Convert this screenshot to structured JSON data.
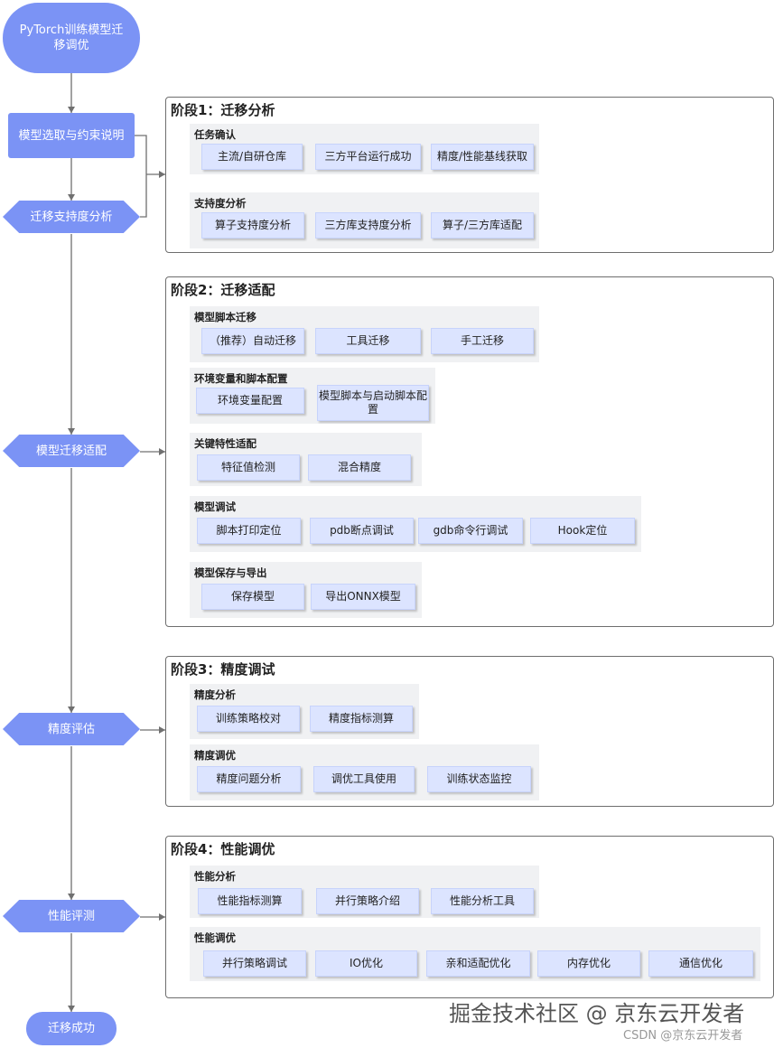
{
  "flow": {
    "start": "PyTorch训练模型迁移调优",
    "model_select": "模型选取与约束说明",
    "migration_analysis": "迁移支持度分析",
    "model_adapt": "模型迁移适配",
    "accuracy_eval": "精度评估",
    "performance_eval": "性能评测",
    "end": "迁移成功"
  },
  "stages": [
    {
      "title": "阶段1：迁移分析",
      "groups": [
        {
          "title": "任务确认",
          "items": [
            "主流/自研仓库",
            "三方平台运行成功",
            "精度/性能基线获取"
          ]
        },
        {
          "title": "支持度分析",
          "items": [
            "算子支持度分析",
            "三方库支持度分析",
            "算子/三方库适配"
          ]
        }
      ]
    },
    {
      "title": "阶段2：迁移适配",
      "groups": [
        {
          "title": "模型脚本迁移",
          "items": [
            "（推荐）自动迁移",
            "工具迁移",
            "手工迁移"
          ]
        },
        {
          "title": "环境变量和脚本配置",
          "items": [
            "环境变量配置",
            "模型脚本与启动脚本配置"
          ]
        },
        {
          "title": "关键特性适配",
          "items": [
            "特征值检测",
            "混合精度"
          ]
        },
        {
          "title": "模型调试",
          "items": [
            "脚本打印定位",
            "pdb断点调试",
            "gdb命令行调试",
            "Hook定位"
          ]
        },
        {
          "title": "模型保存与导出",
          "items": [
            "保存模型",
            "导出ONNX模型"
          ]
        }
      ]
    },
    {
      "title": "阶段3：精度调试",
      "groups": [
        {
          "title": "精度分析",
          "items": [
            "训练策略校对",
            "精度指标测算"
          ]
        },
        {
          "title": "精度调优",
          "items": [
            "精度问题分析",
            "调优工具使用",
            "训练状态监控"
          ]
        }
      ]
    },
    {
      "title": "阶段4：性能调优",
      "groups": [
        {
          "title": "性能分析",
          "items": [
            "性能指标测算",
            "并行策略介绍",
            "性能分析工具"
          ]
        },
        {
          "title": "性能调优",
          "items": [
            "并行策略调试",
            "IO优化",
            "亲和适配优化",
            "内存优化",
            "通信优化"
          ]
        }
      ]
    }
  ],
  "watermark": {
    "line1": "掘金技术社区 @ 京东云开发者",
    "line2": "CSDN @京东云开发者"
  },
  "colors": {
    "flow_node": "#7b93f5",
    "item_fill": "#dce4ff",
    "group_fill": "#f0f1f3",
    "connector": "#707070"
  }
}
